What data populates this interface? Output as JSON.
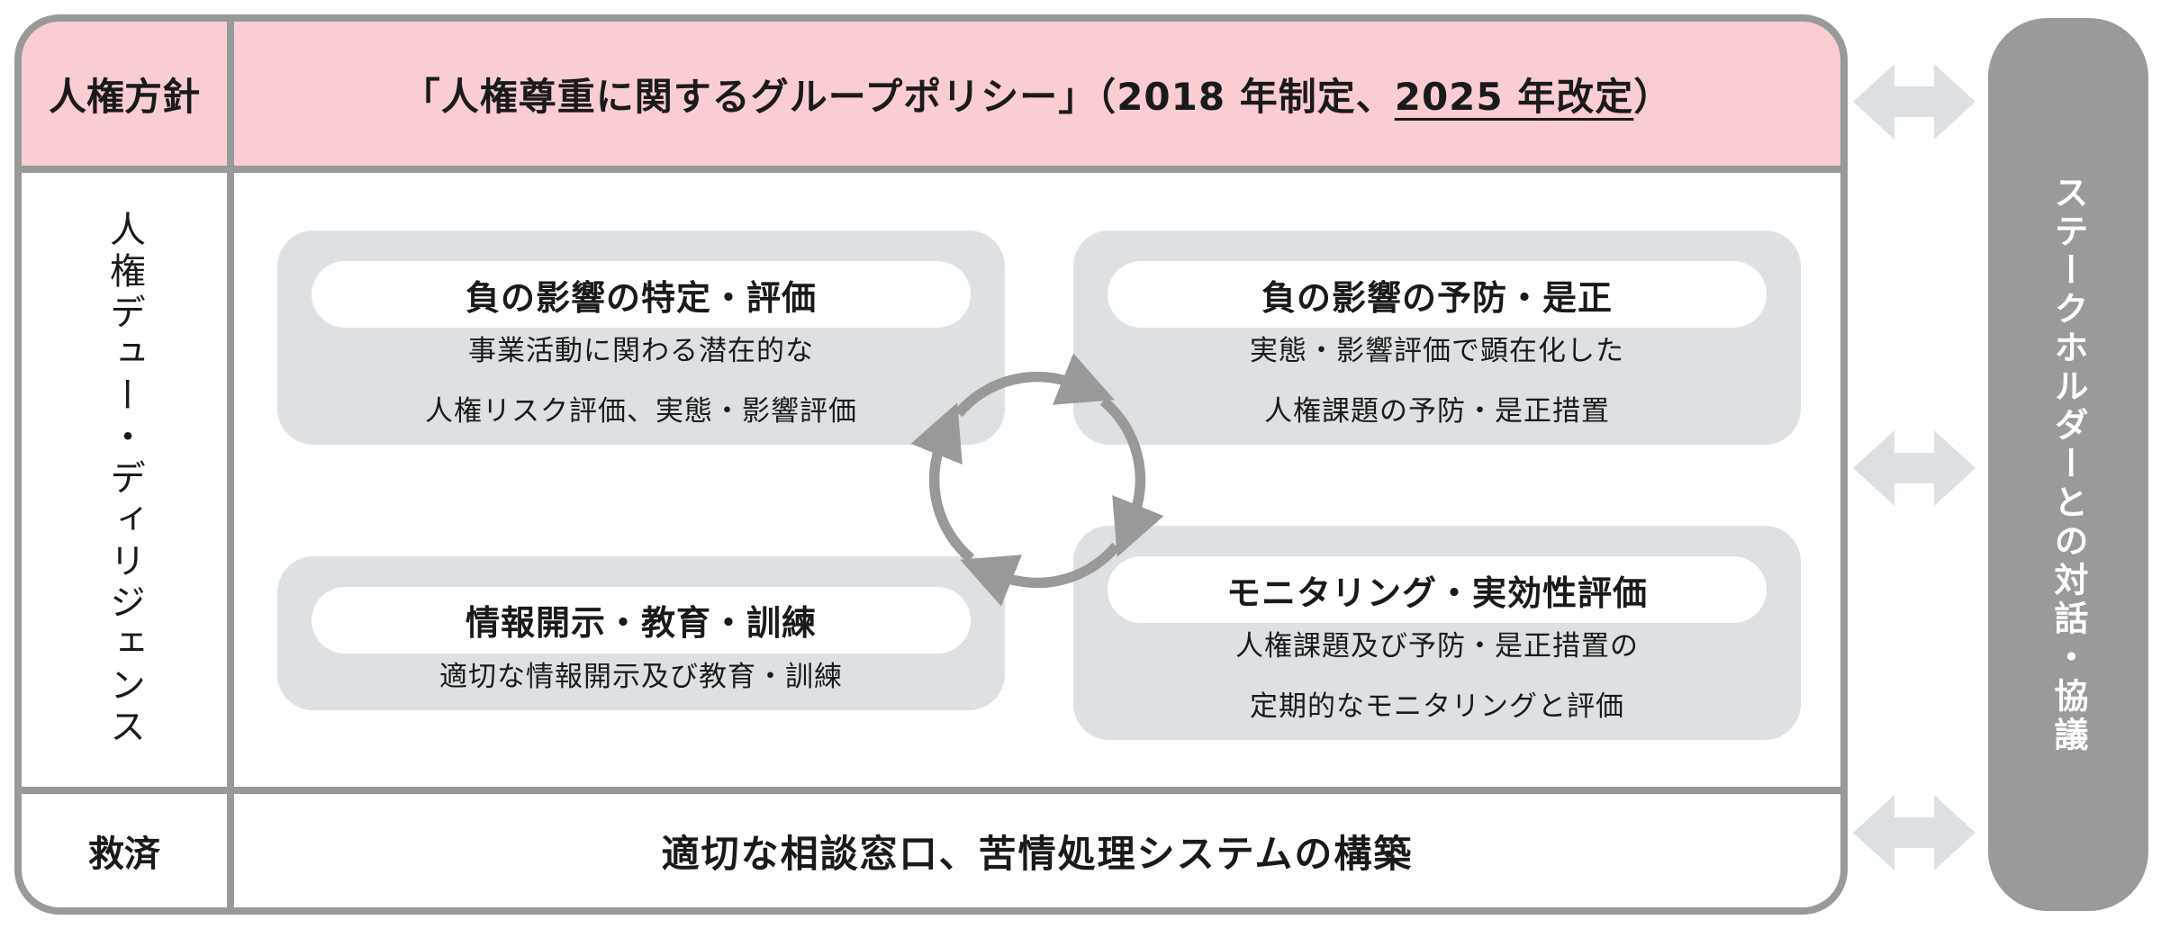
{
  "policy_row": {
    "label": "人権方針",
    "title_main": "「人権尊重に関するグループポリシー」（2018 年制定、",
    "title_underlined": "2025 年改定",
    "title_suffix": "）"
  },
  "dd_section": {
    "label": "人権デュー・ディリジェンス",
    "boxes": [
      {
        "title": "負の影響の特定・評価",
        "desc_line1": "事業活動に関わる潜在的な",
        "desc_line2": "人権リスク評価、実態・影響評価"
      },
      {
        "title": "負の影響の予防・是正",
        "desc_line1": "実態・影響評価で顕在化した",
        "desc_line2": "人権課題の予防・是正措置"
      },
      {
        "title": "情報開示・教育・訓練",
        "desc_line1": "適切な情報開示及び教育・訓練",
        "desc_line2": ""
      },
      {
        "title": "モニタリング・実効性評価",
        "desc_line1": "人権課題及び予防・是正措置の",
        "desc_line2": "定期的なモニタリングと評価"
      }
    ]
  },
  "remedy_row": {
    "label": "救済",
    "text": "適切な相談窓口、苦情処理システムの構築"
  },
  "stakeholder_bar": {
    "text": "ステークホルダーとの対話・協議"
  },
  "icons": {
    "cycle_arrows": "clockwise-cycle-arrows",
    "double_arrow": "left-right-double-arrow"
  },
  "colors": {
    "header_pink": "#f9cdd1",
    "process_box_gray": "#dde1e4",
    "frame_gray": "#999999",
    "stakeholder_bar_gray": "#9a9a9a",
    "light_arrow_gray": "#dde0e3",
    "text": "#1a1a1a"
  }
}
